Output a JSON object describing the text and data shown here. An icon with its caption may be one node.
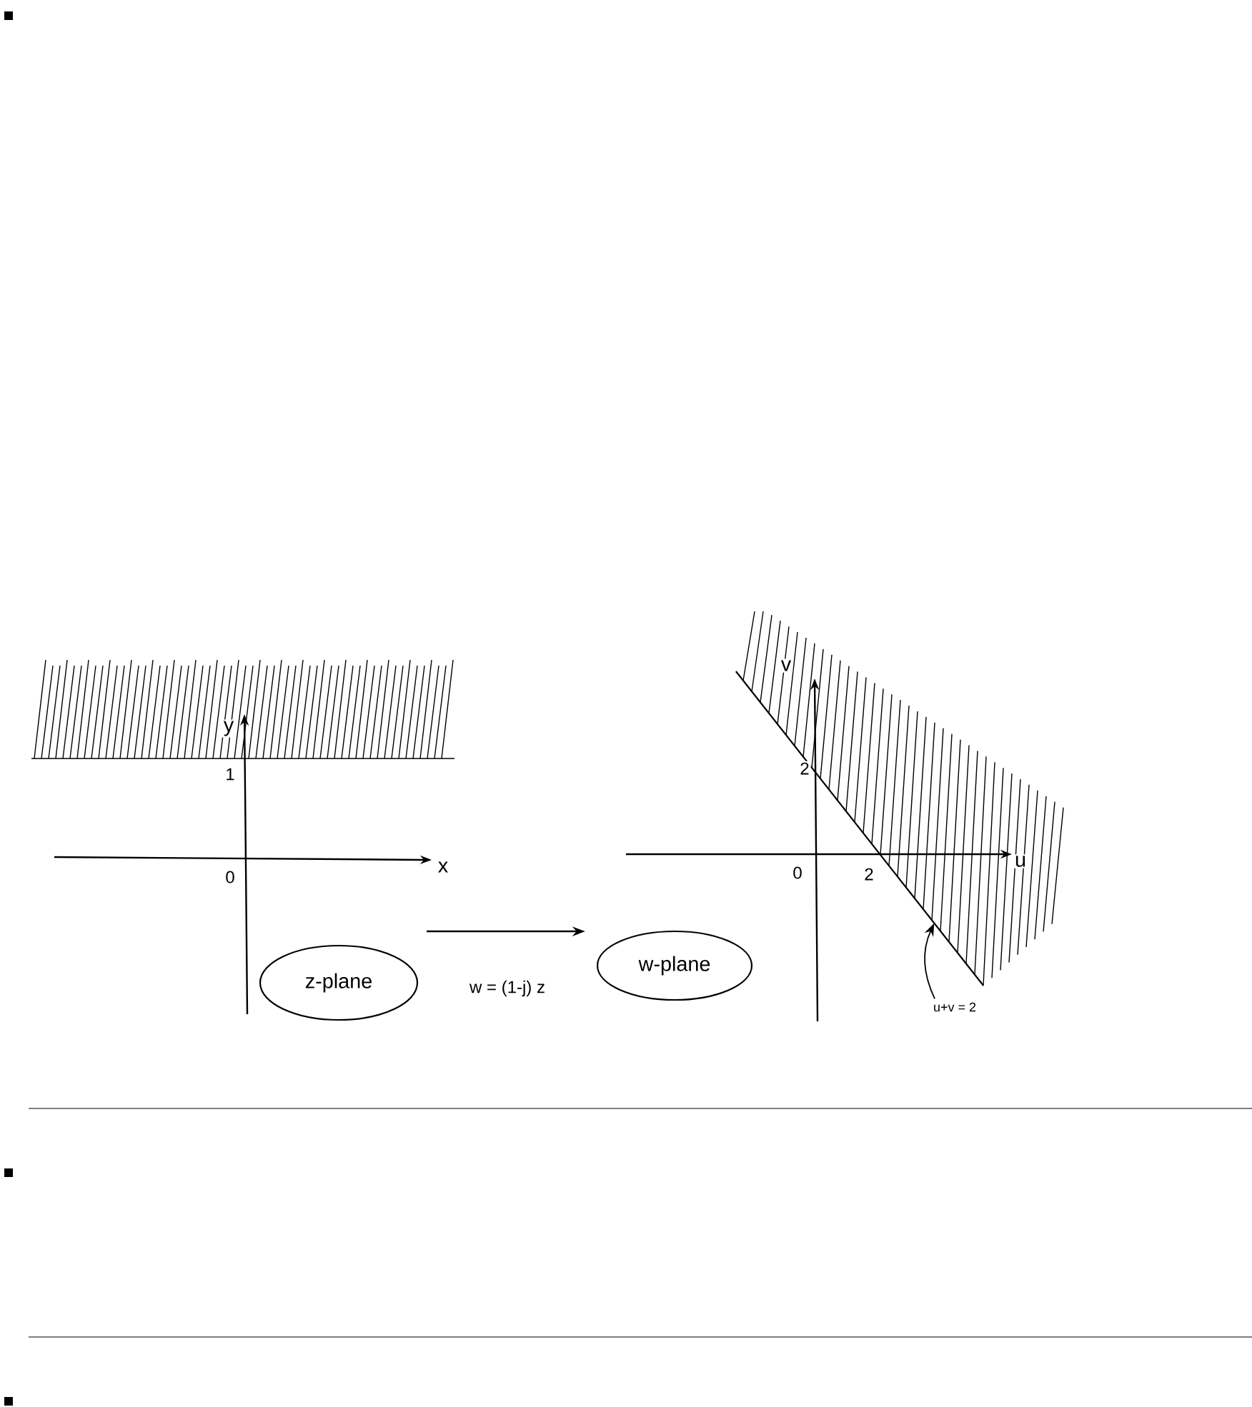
{
  "diagram": {
    "nodes": [
      {
        "text": [
          "z-plane"
        ]
      },
      {
        "text": [
          "w-plane"
        ]
      },
      {
        "text": [
          "u+v = 2"
        ]
      },
      {
        "text": [],
        "shape": "line"
      }
    ],
    "edges": [
      {
        "from": 0,
        "to": 1,
        "arrow": "to",
        "label": "w = (1-j) z"
      },
      {
        "from": 2,
        "to": 3,
        "arrow": "to"
      }
    ],
    "labels": [
      "y",
      "1",
      "x",
      "0",
      "v",
      "2",
      "u",
      "0",
      "2"
    ]
  }
}
